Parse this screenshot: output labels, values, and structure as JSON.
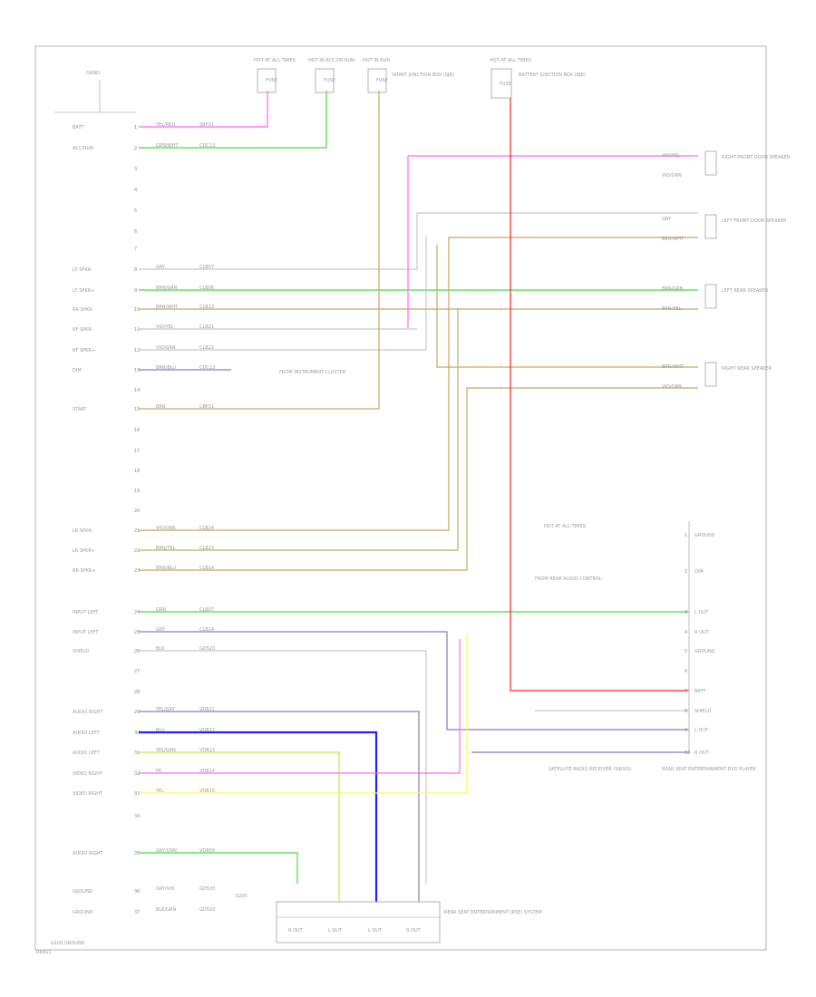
{
  "footer_code": "REAS1",
  "ground_label": "GRND",
  "fuse_boxes": [
    {
      "id": "fb1",
      "label": "HOT AT ALL TIMES",
      "fuse": "FUSE"
    },
    {
      "id": "fb2",
      "label": "HOT IN ACC OR RUN",
      "fuse": "FUSE"
    },
    {
      "id": "fb3",
      "label": "HOT IN RUN",
      "fuse": "FUSE"
    },
    {
      "id": "fb4",
      "label": "HOT AT ALL TIMES",
      "fuse": "FUSE"
    }
  ],
  "fuse_note": "SMART JUNCTION BOX (SJB)",
  "fuse_note_right": "BATTERY JUNCTION BOX (BJB)",
  "left_pins": [
    {
      "n": "1",
      "label": "BATT"
    },
    {
      "n": "2",
      "label": "ACC/RUN"
    },
    {
      "n": "3",
      "label": ""
    },
    {
      "n": "4",
      "label": ""
    },
    {
      "n": "5",
      "label": ""
    },
    {
      "n": "6",
      "label": ""
    },
    {
      "n": "7",
      "label": ""
    },
    {
      "n": "8",
      "label": "LF SPKR-"
    },
    {
      "n": "9",
      "label": "LF SPKR+"
    },
    {
      "n": "10",
      "label": "RR SPKR-"
    },
    {
      "n": "11",
      "label": "RF SPKR-"
    },
    {
      "n": "12",
      "label": "RF SPKR+"
    },
    {
      "n": "13",
      "label": "DIM"
    },
    {
      "n": "14",
      "label": ""
    },
    {
      "n": "15",
      "label": "START"
    },
    {
      "n": "16",
      "label": ""
    },
    {
      "n": "17",
      "label": ""
    },
    {
      "n": "18",
      "label": ""
    },
    {
      "n": "19",
      "label": ""
    },
    {
      "n": "20",
      "label": ""
    },
    {
      "n": "21",
      "label": "LR SPKR-"
    },
    {
      "n": "22",
      "label": "LR SPKR+"
    },
    {
      "n": "23",
      "label": "RR SPKR+"
    },
    {
      "n": "24",
      "label": "INPUT LEFT"
    },
    {
      "n": "25",
      "label": "INPUT LEFT"
    },
    {
      "n": "26",
      "label": "SHIELD"
    },
    {
      "n": "27",
      "label": ""
    },
    {
      "n": "28",
      "label": ""
    },
    {
      "n": "29",
      "label": "AUDIO RIGHT"
    },
    {
      "n": "30",
      "label": "AUDIO LEFT"
    },
    {
      "n": "31",
      "label": "AUDIO LEFT"
    },
    {
      "n": "32",
      "label": "VIDEO RIGHT"
    },
    {
      "n": "33",
      "label": "VIDEO RIGHT"
    },
    {
      "n": "34",
      "label": ""
    },
    {
      "n": "35",
      "label": "AUDIO RIGHT"
    },
    {
      "n": "36",
      "label": "GROUND"
    },
    {
      "n": "37",
      "label": "GROUND"
    }
  ],
  "wires": [
    {
      "label": "YEL/RED",
      "circuit": "SBP11"
    },
    {
      "label": "GRN/WHT",
      "circuit": "CDC13"
    },
    {
      "label": "GRY",
      "circuit": "CLB07"
    },
    {
      "label": "BRN/GRN",
      "circuit": "CLB06"
    },
    {
      "label": "BRN/WHT",
      "circuit": "CLB13"
    },
    {
      "label": "VIO/YEL",
      "circuit": "CLB21"
    },
    {
      "label": "VIO/GRN",
      "circuit": "CLB22"
    },
    {
      "label": "BRN/BLU",
      "circuit": "CDC13"
    },
    {
      "label": "BRN",
      "circuit": "CBP11"
    },
    {
      "label": "VIO/ORN",
      "circuit": "CLB24"
    },
    {
      "label": "BRN/YEL",
      "circuit": "CLB23"
    },
    {
      "label": "BRN/BLU",
      "circuit": "CLB14"
    },
    {
      "label": "GRN",
      "circuit": "CLB07"
    },
    {
      "label": "GRY",
      "circuit": "CLB14"
    },
    {
      "label": "BLK",
      "circuit": "GD520"
    },
    {
      "label": "YEL/GRY",
      "circuit": "VDB11"
    },
    {
      "label": "BLU",
      "circuit": "VDB12"
    },
    {
      "label": "YEL/GRN",
      "circuit": "VDB13"
    },
    {
      "label": "PK",
      "circuit": "VDB14"
    },
    {
      "label": "YEL",
      "circuit": "VDB15"
    },
    {
      "label": "GRY/ORN",
      "circuit": "VDB09"
    },
    {
      "label": "GRY/VIO",
      "circuit": "GD520"
    },
    {
      "label": "BLK/GRN",
      "circuit": "GD520"
    }
  ],
  "speakers": [
    {
      "label": "RIGHT FRONT DOOR SPEAKER",
      "w1": "VIO/YEL",
      "w2": "VIO/GRN"
    },
    {
      "label": "LEFT FRONT DOOR SPEAKER",
      "w1": "GRY",
      "w2": "BRN/WHT"
    },
    {
      "label": "LEFT REAR SPEAKER",
      "w1": "BRN/GRN",
      "w2": "BRN/YEL"
    },
    {
      "label": "RIGHT REAR SPEAKER",
      "w1": "BRN/WHT",
      "w2": "VIO/ORN"
    }
  ],
  "notes": {
    "dim": "FROM INSTRUMENT CLUSTER",
    "ground": "G100 GROUND",
    "bottom_unit": "REAR SEAT ENTERTAINMENT (RSE) SYSTEM",
    "bottom_unit_pins": [
      "R OUT",
      "L OUT",
      "L OUT",
      "R OUT"
    ],
    "right_top_note": "HOT AT ALL TIMES",
    "right_mid_note": "FROM REAR AUDIO CONTROL",
    "right_unit": "REAR SEAT ENTERTAINMENT DVD PLAYER",
    "center_splice": "S200",
    "center_note": "SATELLITE RADIO RECEIVER (SIRIUS)"
  },
  "right_unit_pins": [
    {
      "n": "1",
      "label": "GROUND"
    },
    {
      "n": "2",
      "label": "DIM"
    },
    {
      "n": "3",
      "label": "L OUT"
    },
    {
      "n": "4",
      "label": "R OUT"
    },
    {
      "n": "5",
      "label": "GROUND"
    },
    {
      "n": "6",
      "label": ""
    },
    {
      "n": "7",
      "label": "BATT"
    },
    {
      "n": "8",
      "label": "SHIELD"
    },
    {
      "n": "9",
      "label": "L OUT"
    },
    {
      "n": "10",
      "label": "R OUT"
    }
  ],
  "colors": {
    "red": "#ff2020",
    "pink": "#ff66ff",
    "green": "#44dd44",
    "tan": "#c8a860",
    "gray": "#c8c8c8",
    "violet": "#8080c0",
    "blue": "#2222ff",
    "yellow": "#ffff40",
    "yellowgreen": "#bbee44"
  }
}
